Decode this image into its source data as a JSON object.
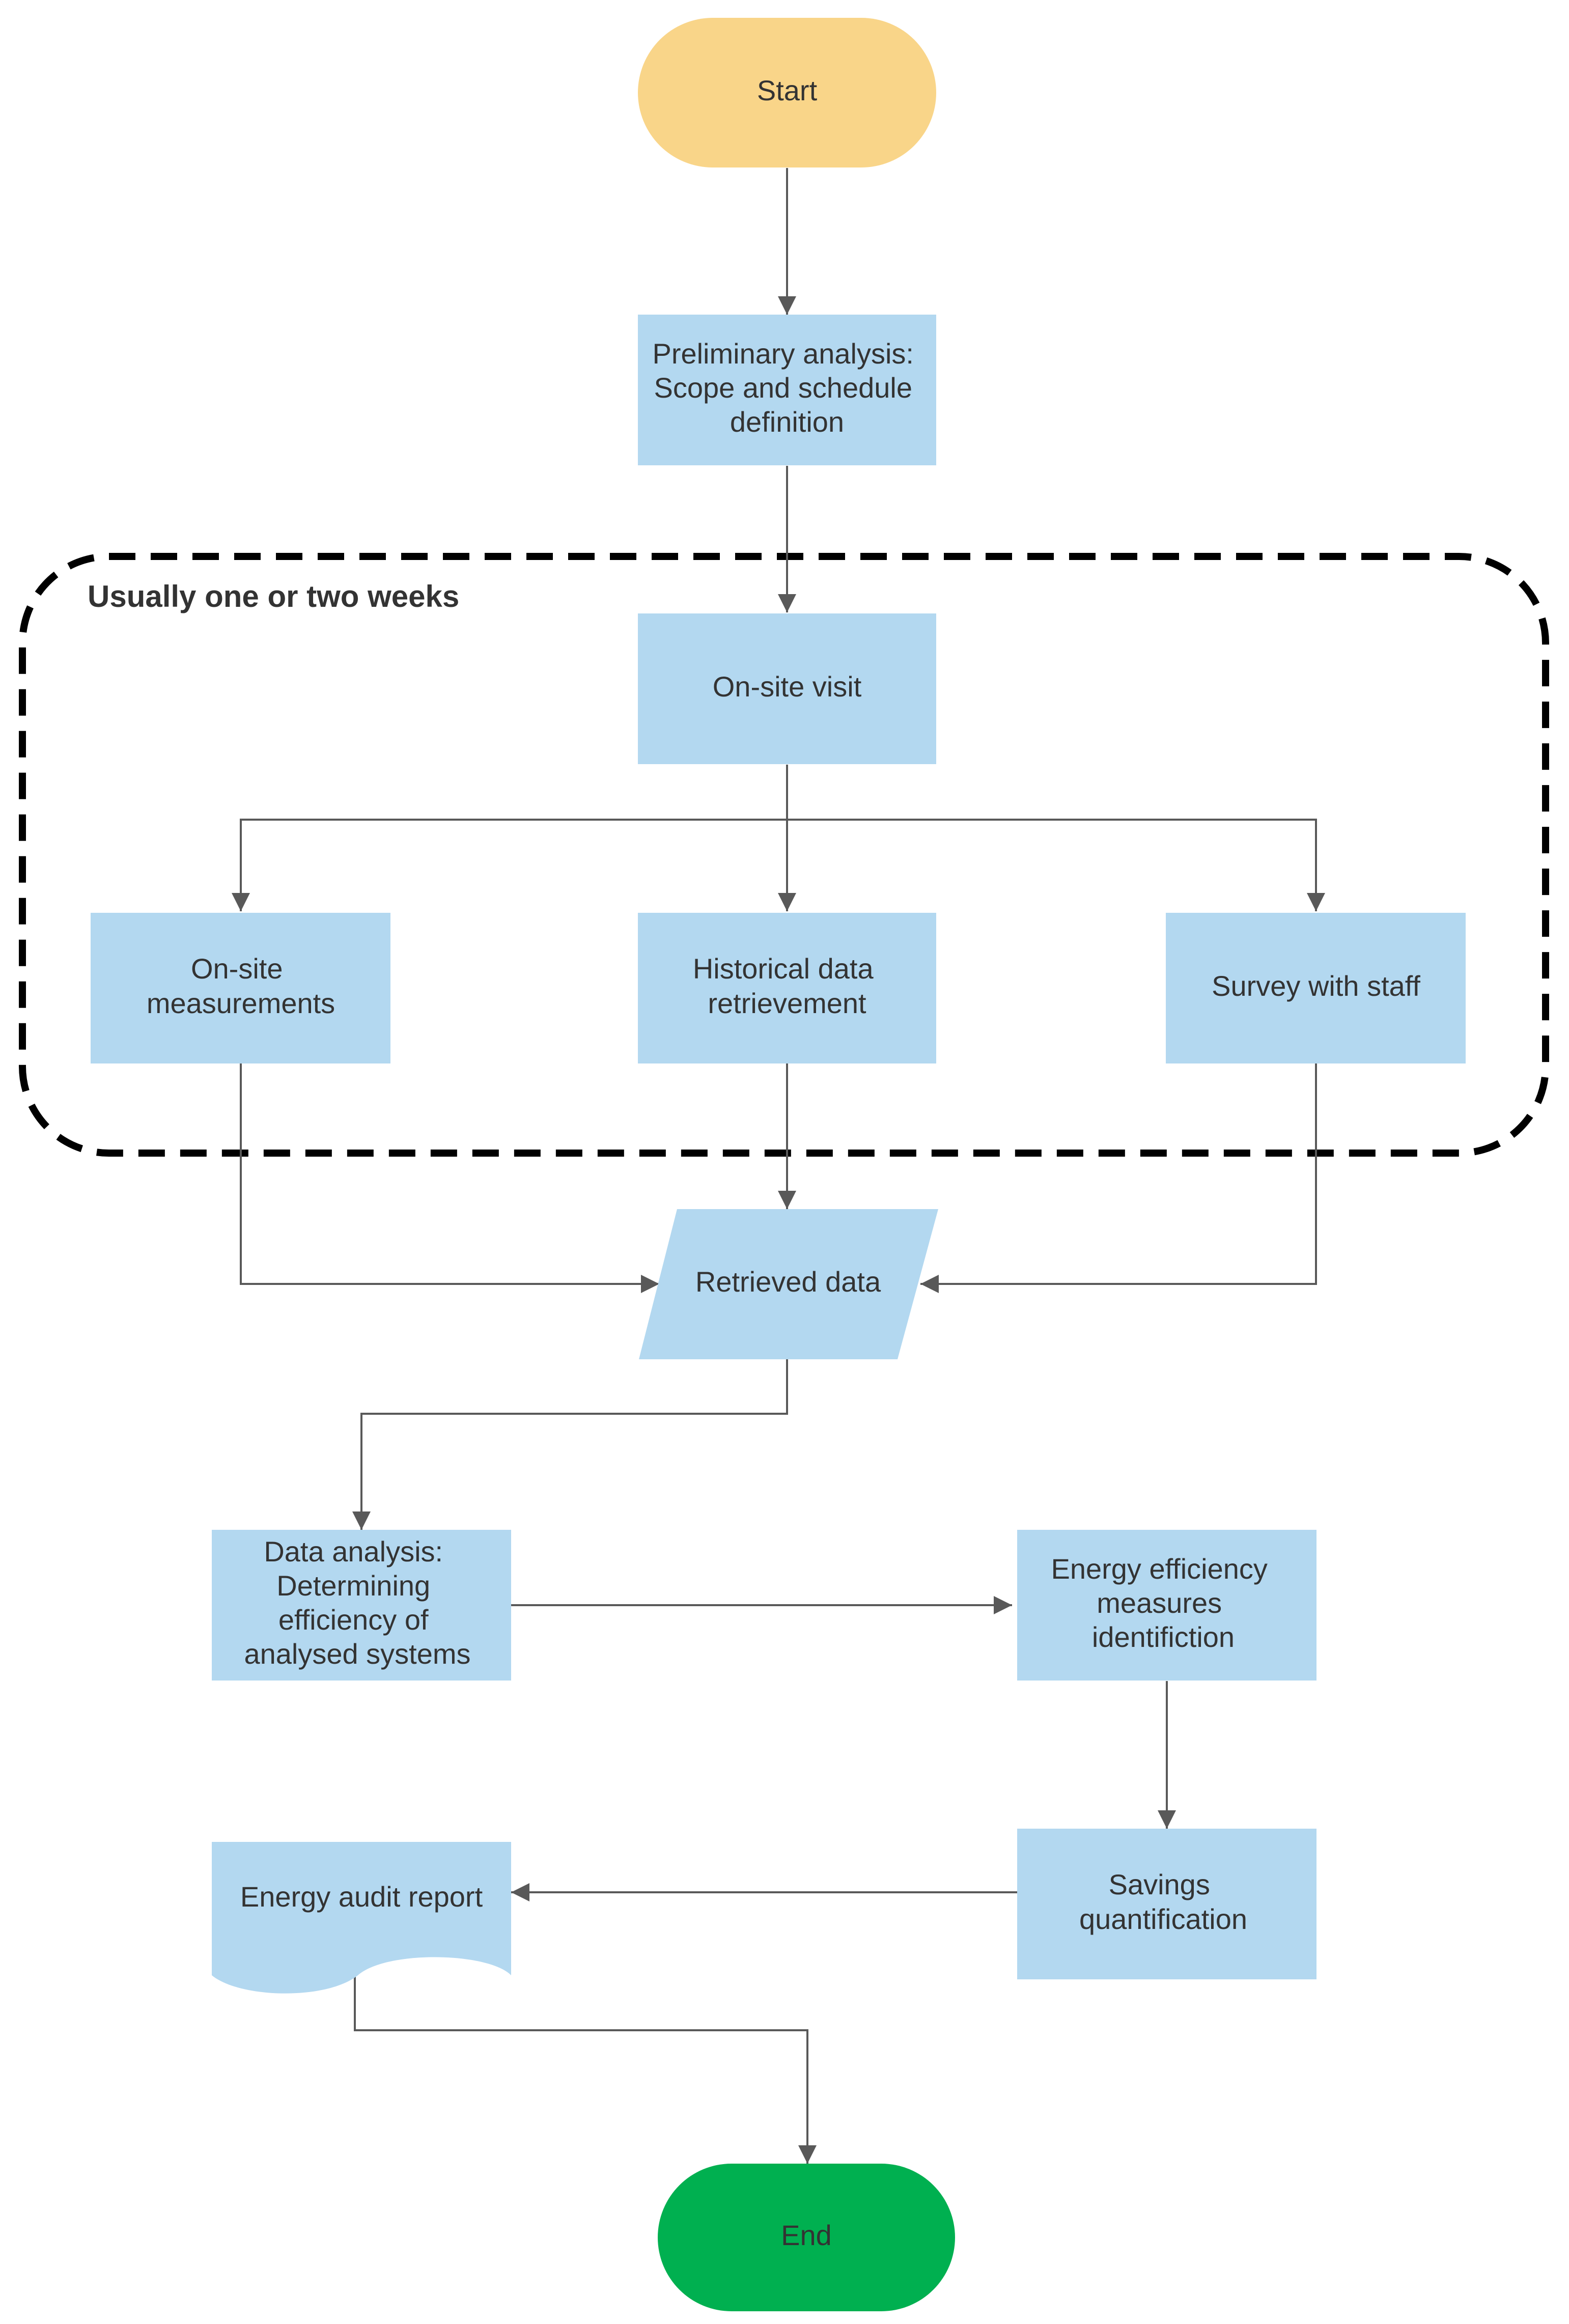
{
  "diagram": {
    "group": {
      "label": "Usually one or two weeks"
    },
    "nodes": {
      "start": {
        "lines": [
          "Start"
        ],
        "color": "#f9d589"
      },
      "preliminary": {
        "lines": [
          "Preliminary analysis:",
          "Scope and schedule",
          "definition"
        ]
      },
      "onsite_visit": {
        "lines": [
          "On-site visit"
        ]
      },
      "onsite_measurements": {
        "lines": [
          "On-site",
          "measurements"
        ]
      },
      "historical": {
        "lines": [
          "Historical data",
          "retrievement"
        ]
      },
      "survey": {
        "lines": [
          "Survey with staff"
        ]
      },
      "retrieved": {
        "lines": [
          "Retrieved data"
        ]
      },
      "data_analysis": {
        "lines": [
          "Data analysis:",
          "Determining",
          "efficiency of",
          "analysed systems"
        ]
      },
      "ee_measures": {
        "lines": [
          "Energy efficiency",
          "measures",
          "identifiction"
        ]
      },
      "savings": {
        "lines": [
          "Savings",
          "quantification"
        ]
      },
      "report": {
        "lines": [
          "Energy audit report"
        ]
      },
      "end": {
        "lines": [
          "End"
        ],
        "color": "#00b050"
      }
    },
    "colors": {
      "process_fill": "#b3d8f0",
      "start_fill": "#f9d589",
      "end_fill": "#00b050",
      "edge": "#595959",
      "group_border": "#000000",
      "text": "#333333"
    }
  }
}
